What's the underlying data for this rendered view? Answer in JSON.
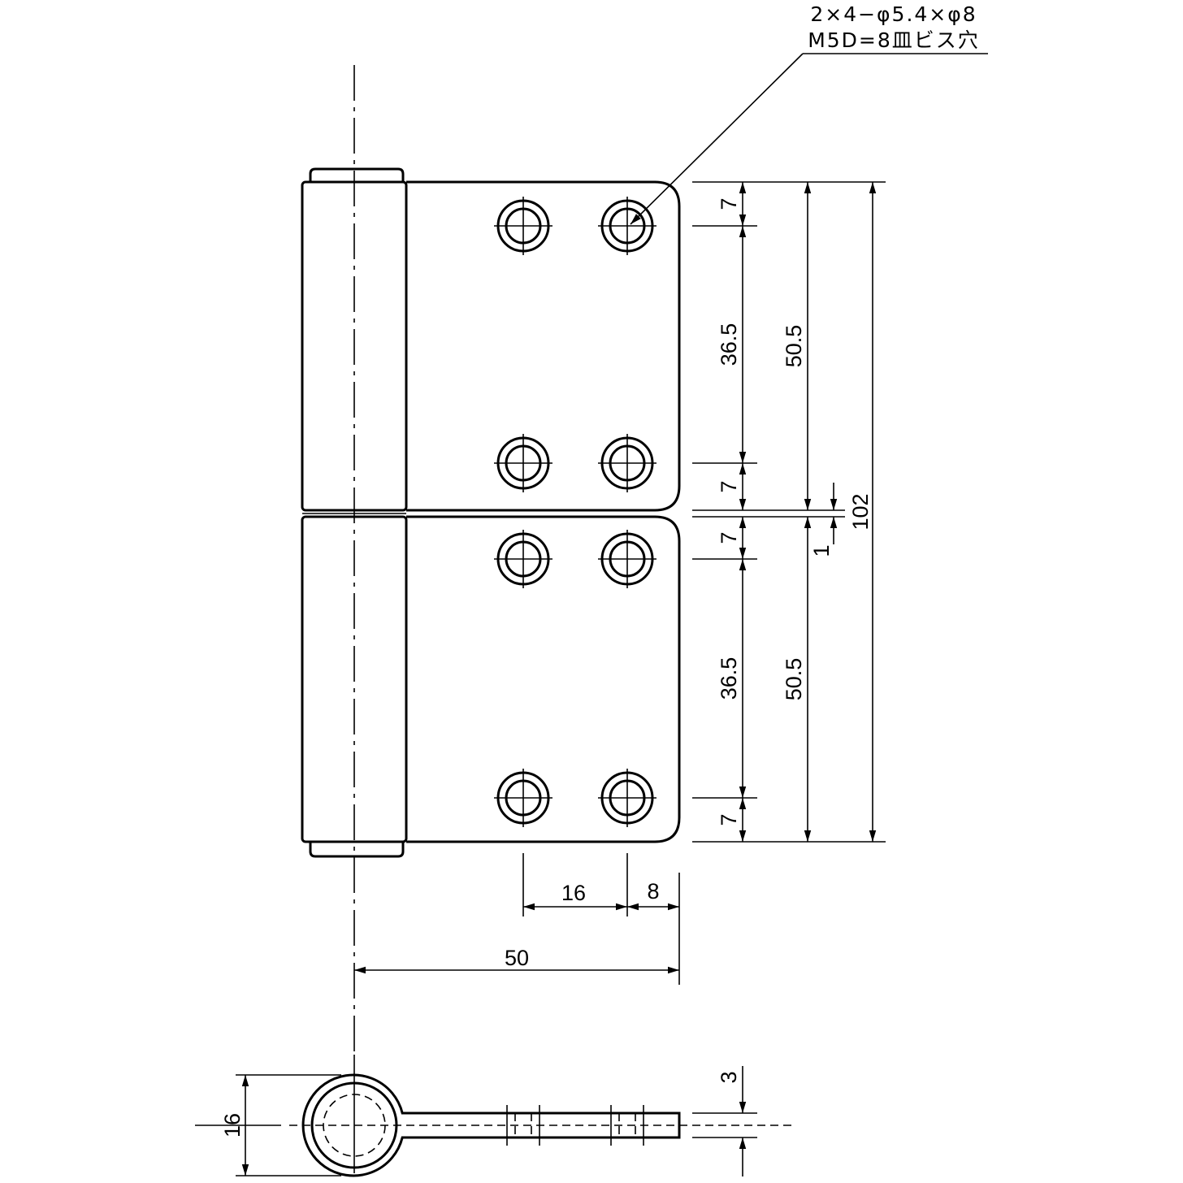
{
  "note": {
    "line1": "2×4−φ5.4×φ8",
    "line2": "M5D=8皿ビス穴"
  },
  "dimensions": {
    "top_edge_gap": "7",
    "top_pitch": "36.5",
    "top_bottom_gap": "7",
    "top_leaf": "50.5",
    "lower_top_gap": "7",
    "lower_pitch": "36.5",
    "lower_bottom_gap": "7",
    "lower_leaf": "50.5",
    "leaf_gap": "1",
    "total_height": "102",
    "hole_spacing": "16",
    "edge_offset": "8",
    "leaf_width": "50",
    "knuckle_diameter": "16",
    "plate_thickness": "3"
  }
}
